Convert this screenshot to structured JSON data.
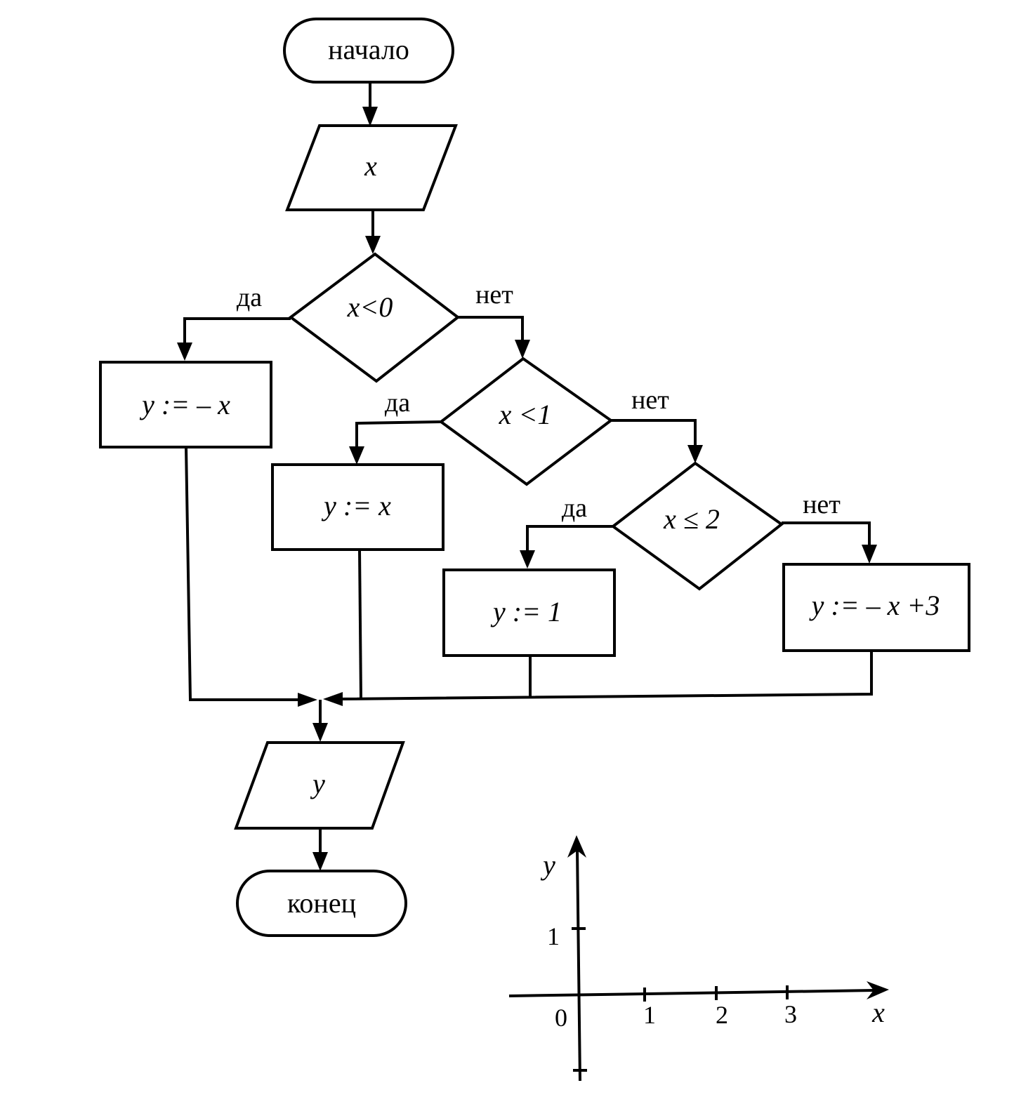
{
  "flowchart": {
    "start": "начало",
    "input": "x",
    "decision1": "x<0",
    "decision2": "x <1",
    "decision3": "x ≤ 2",
    "assign1": "y := – x",
    "assign2": "y := x",
    "assign3": "y := 1",
    "assign4": "y := – x +3",
    "output": "y",
    "end": "конец",
    "yes_label": "да",
    "no_label": "нет"
  },
  "axes": {
    "x_label": "x",
    "y_label": "y",
    "origin_label": "0",
    "x_ticks": [
      "1",
      "2",
      "3"
    ],
    "y_ticks": [
      "1"
    ]
  }
}
